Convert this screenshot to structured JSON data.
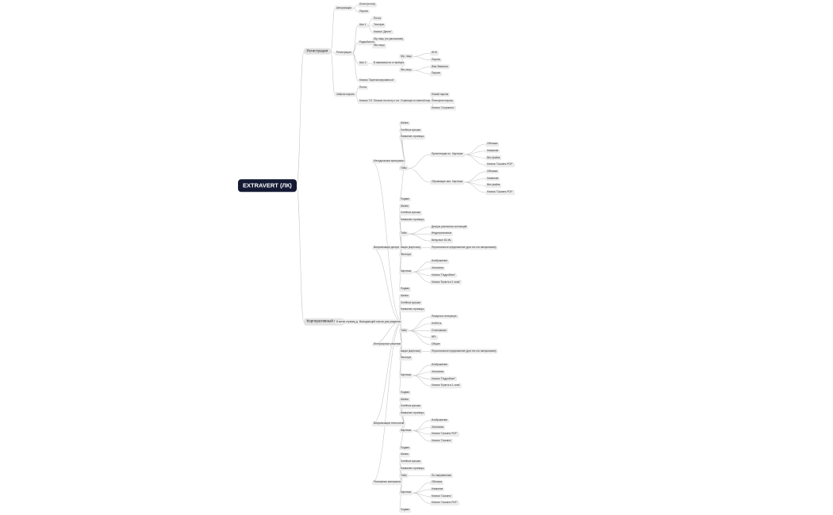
{
  "mindmap": {
    "root": "EXTRAVERT (ЛК)",
    "branches": [
      {
        "label": "Регистрация",
        "children": [
          {
            "label": "Авторизация",
            "children": [
              {
                "label": "Логин (почта)"
              },
              {
                "label": "Пароль"
              }
            ]
          },
          {
            "label": "Регистрация",
            "children": [
              {
                "label": "Шаг 1",
                "children": [
                  {
                    "label": "Почта"
                  },
                  {
                    "label": "Телефон"
                  },
                  {
                    "label": "Кнопка \"Далее\""
                  }
                ]
              },
              {
                "label": "Радиобаттон",
                "children": [
                  {
                    "label": "Юр.лицо (по умолчанию)"
                  },
                  {
                    "label": "Физ.лицо"
                  }
                ]
              },
              {
                "label": "Шаг 2",
                "children": [
                  {
                    "label": "В зависимости от выбора",
                    "children": [
                      {
                        "label": "Юр. лицо",
                        "children": [
                          {
                            "label": "ИНН"
                          },
                          {
                            "label": "Пароль"
                          }
                        ]
                      },
                      {
                        "label": "Физ.лицо",
                        "children": [
                          {
                            "label": "Имя Фамилия"
                          },
                          {
                            "label": "Пароль"
                          }
                        ]
                      }
                    ]
                  }
                ]
              },
              {
                "label": "Кнопка \"Зарегистрироваться\""
              }
            ]
          },
          {
            "label": "Забыли пароль",
            "children": [
              {
                "label": "Почта"
              },
              {
                "label": "Кнопка \"Сбросить пароль\"",
                "children": [
                  {
                    "label": "Письмо на почту с линком на смену пароля",
                    "children": [
                      {
                        "label": "Страница со сменой пароля",
                        "children": [
                          {
                            "label": "Новый пароль"
                          },
                          {
                            "label": "Повторите пароль"
                          },
                          {
                            "label": "Кнопка \"Сохранить\""
                          }
                        ]
                      }
                    ]
                  }
                ]
              }
            ]
          }
        ]
      },
      {
        "label": "Корпоративный сайт",
        "children": [
          {
            "label": "В меню страниц добавляется раздел",
            "children": [
              {
                "label": "Выпадающий список для разделов",
                "children": [
                  {
                    "label": "Методические материалы",
                    "children": [
                      {
                        "label": "Шапка"
                      },
                      {
                        "label": "Хлебные крошки"
                      },
                      {
                        "label": "Название страницы"
                      },
                      {
                        "label": "Табы",
                        "children": [
                          {
                            "label": "Презентации по продуктам",
                            "children": [
                              {
                                "label": "Карточки",
                                "children": [
                                  {
                                    "label": "Обложка"
                                  },
                                  {
                                    "label": "Название"
                                  },
                                  {
                                    "label": "Вес файла"
                                  },
                                  {
                                    "label": "Кнопка \"Скачать PDF\""
                                  }
                                ]
                              }
                            ]
                          },
                          {
                            "label": "Обучающие материалы",
                            "children": [
                              {
                                "label": "Карточки",
                                "children": [
                                  {
                                    "label": "Обложка"
                                  },
                                  {
                                    "label": "Название"
                                  },
                                  {
                                    "label": "Вес файла"
                                  },
                                  {
                                    "label": "Кнопка \"Скачать PDF\""
                                  }
                                ]
                              }
                            ]
                          }
                        ]
                      },
                      {
                        "label": "Подвал"
                      }
                    ]
                  },
                  {
                    "label": "Визуализация декоров",
                    "children": [
                      {
                        "label": "Шапка"
                      },
                      {
                        "label": "Хлебные крошки"
                      },
                      {
                        "label": "Название страницы"
                      },
                      {
                        "label": "Табы",
                        "children": [
                          {
                            "label": "Декоры различных коллекций"
                          },
                          {
                            "label": "Индустриальные"
                          },
                          {
                            "label": "Випуклые 3D-ML"
                          }
                        ]
                      },
                      {
                        "label": "Акция (карточка)",
                        "children": [
                          {
                            "label": "Персональное предложение (для тех кто авторизован)"
                          }
                        ]
                      },
                      {
                        "label": "Фильтры"
                      },
                      {
                        "label": "Карточки",
                        "children": [
                          {
                            "label": "Изображение"
                          },
                          {
                            "label": "Заголовок"
                          },
                          {
                            "label": "Кнопка \"Подробнее\""
                          },
                          {
                            "label": "Кнопка \"Купить в 1 клик\""
                          }
                        ]
                      },
                      {
                        "label": "Подвал"
                      }
                    ]
                  },
                  {
                    "label": "Интерьерные решения",
                    "children": [
                      {
                        "label": "Шапка"
                      },
                      {
                        "label": "Хлебные крошки"
                      },
                      {
                        "label": "Название страницы"
                      },
                      {
                        "label": "Табы",
                        "children": [
                          {
                            "label": "Пекарни в интерьере"
                          },
                          {
                            "label": "HoReCa"
                          },
                          {
                            "label": "Стеллажные"
                          },
                          {
                            "label": "NPL"
                          },
                          {
                            "label": "Общие"
                          }
                        ]
                      },
                      {
                        "label": "Акция (карточка)",
                        "children": [
                          {
                            "label": "Персональное предложение (для тех кто авторизован)"
                          }
                        ]
                      },
                      {
                        "label": "Фильтры"
                      },
                      {
                        "label": "Карточки",
                        "children": [
                          {
                            "label": "Изображение"
                          },
                          {
                            "label": "Заголовок"
                          },
                          {
                            "label": "Кнопка \"Подробнее\""
                          },
                          {
                            "label": "Кнопка \"Купить в 1 клик\""
                          }
                        ]
                      },
                      {
                        "label": "Подвал"
                      }
                    ]
                  },
                  {
                    "label": "Визуализация технологий",
                    "children": [
                      {
                        "label": "Шапка"
                      },
                      {
                        "label": "Хлебные крошки"
                      },
                      {
                        "label": "Название страницы"
                      },
                      {
                        "label": "Карточки",
                        "children": [
                          {
                            "label": "Изображение"
                          },
                          {
                            "label": "Заголовок"
                          },
                          {
                            "label": "Кнопка \"Скачать PDF\""
                          },
                          {
                            "label": "Кнопка \"Скачать\""
                          }
                        ]
                      },
                      {
                        "label": "Подвал"
                      }
                    ]
                  },
                  {
                    "label": "Рекламные материалы",
                    "children": [
                      {
                        "label": "Шапка"
                      },
                      {
                        "label": "Хлебные крошки"
                      },
                      {
                        "label": "Название страницы"
                      },
                      {
                        "label": "Табы",
                        "children": [
                          {
                            "label": "По направлению"
                          }
                        ]
                      },
                      {
                        "label": "Карточки",
                        "children": [
                          {
                            "label": "Обложка"
                          },
                          {
                            "label": "Название"
                          },
                          {
                            "label": "Кнопка \"Скачать\""
                          },
                          {
                            "label": "Кнопка \"Скачать PDF\""
                          }
                        ]
                      },
                      {
                        "label": "Подвал"
                      }
                    ]
                  }
                ]
              }
            ]
          }
        ]
      }
    ]
  }
}
